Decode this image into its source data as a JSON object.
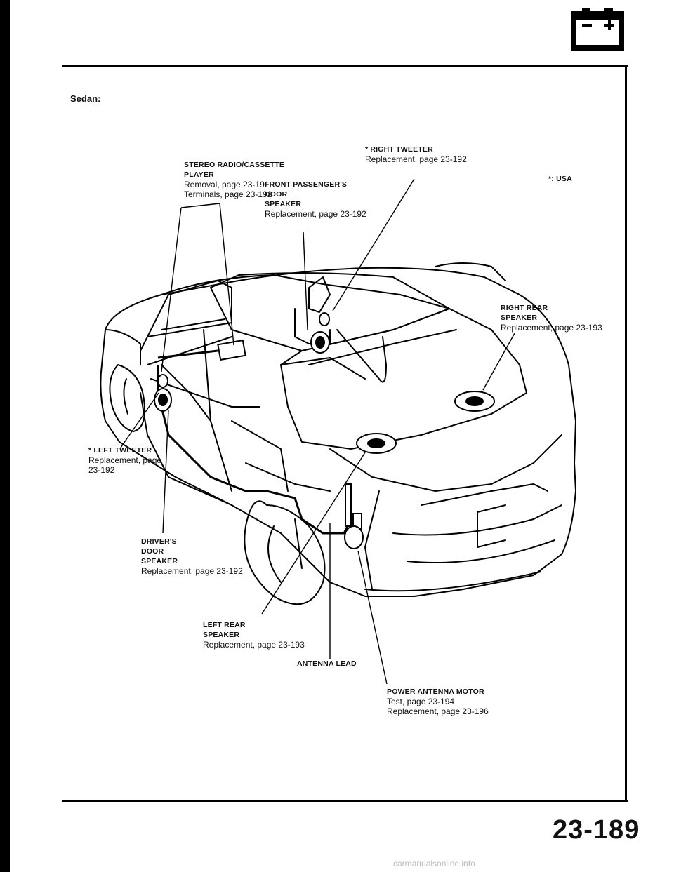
{
  "section_title": "Sedan:",
  "page_number": "23-189",
  "footnote": "*: USA",
  "footer_watermark": "carmanualsonline.info",
  "labels": {
    "stereo": {
      "title": "STEREO RADIO/CASSETTE",
      "title2": "PLAYER",
      "line1": "Removal, page 23-191",
      "line2": "Terminals, page 23-192"
    },
    "right_tweeter": {
      "title": "* RIGHT TWEETER",
      "line1": "Replacement, page 23-192"
    },
    "front_passenger": {
      "title": "FRONT PASSENGER'S",
      "title2": "DOOR",
      "title3": "SPEAKER",
      "line1": "Replacement, page 23-192"
    },
    "right_rear": {
      "title": "RIGHT REAR",
      "title2": "SPEAKER",
      "line1": "Replacement, page 23-193"
    },
    "left_tweeter": {
      "title": "* LEFT TWEETER",
      "line1": "Replacement, page",
      "line2": "23-192"
    },
    "drivers_door": {
      "title": "DRIVER'S",
      "title2": "DOOR",
      "title3": "SPEAKER",
      "line1": "Replacement, page 23-192"
    },
    "left_rear": {
      "title": "LEFT REAR",
      "title2": "SPEAKER",
      "line1": "Replacement, page 23-193"
    },
    "antenna_lead": {
      "title": "ANTENNA LEAD"
    },
    "power_antenna": {
      "title": "POWER ANTENNA MOTOR",
      "line1": "Test, page 23-194",
      "line2": "Replacement, page 23-196"
    }
  }
}
